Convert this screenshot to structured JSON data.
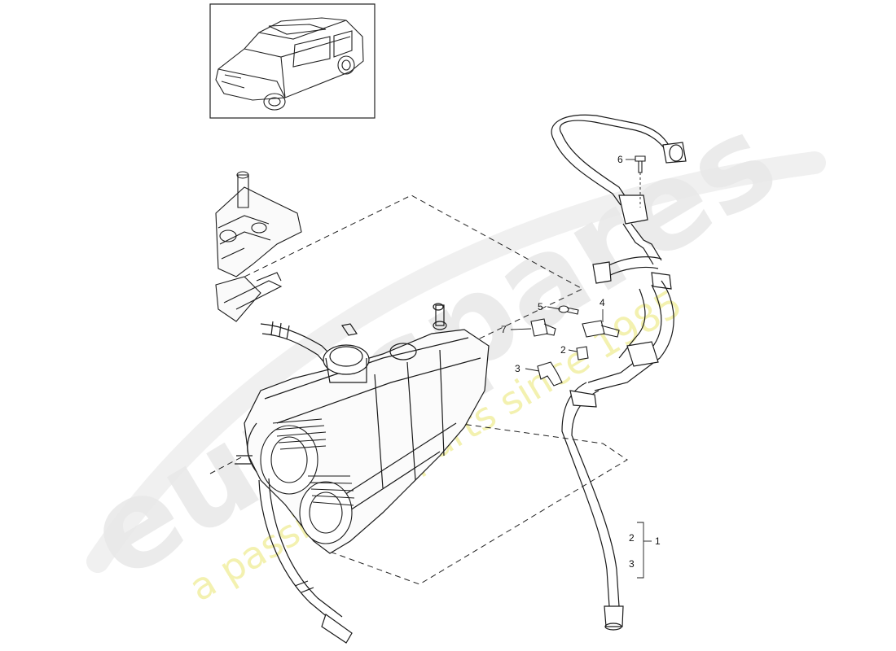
{
  "diagram": {
    "callouts": {
      "c1": "1",
      "c2a": "2",
      "c2b": "2",
      "c3a": "3",
      "c3b": "3",
      "c4": "4",
      "c5": "5",
      "c6": "6",
      "c7": "7"
    }
  },
  "watermark": {
    "brand": "eurospares",
    "tagline": "a passion for parts since 1985"
  },
  "colors": {
    "line": "#1a1a1a",
    "watermark_grey": "#e6e6e6",
    "watermark_yellow": "#f2f0a8"
  }
}
